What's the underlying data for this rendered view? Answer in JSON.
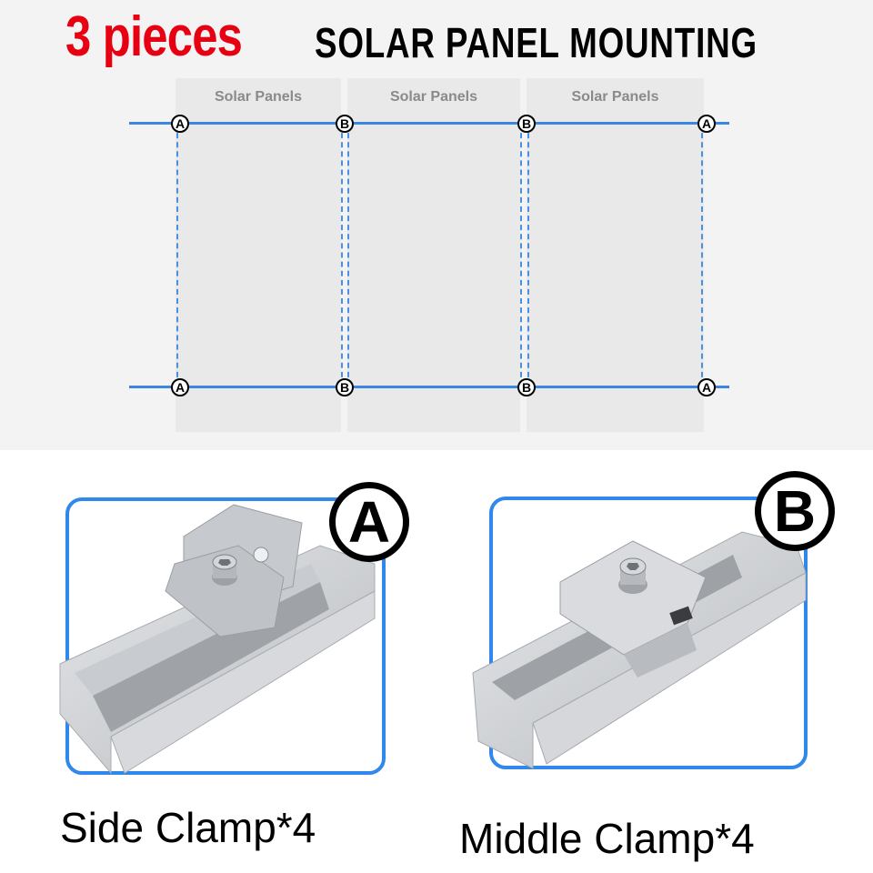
{
  "header": {
    "title_highlight": "3 pieces",
    "title_main": "SOLAR PANEL MOUNTING",
    "highlight_color": "#e60012"
  },
  "diagram": {
    "panels": [
      {
        "label": "Solar Panels"
      },
      {
        "label": "Solar Panels"
      },
      {
        "label": "Solar Panels"
      }
    ],
    "rail_color": "#3a86e0",
    "top_rail_markers": [
      "A",
      "B",
      "B",
      "A"
    ],
    "bottom_rail_markers": [
      "A",
      "B",
      "B",
      "A"
    ]
  },
  "products": [
    {
      "letter": "A",
      "name": "Side Clamp*4",
      "accent": "#2f88ea"
    },
    {
      "letter": "B",
      "name": "Middle Clamp*4",
      "accent": "#2f88ea"
    }
  ]
}
